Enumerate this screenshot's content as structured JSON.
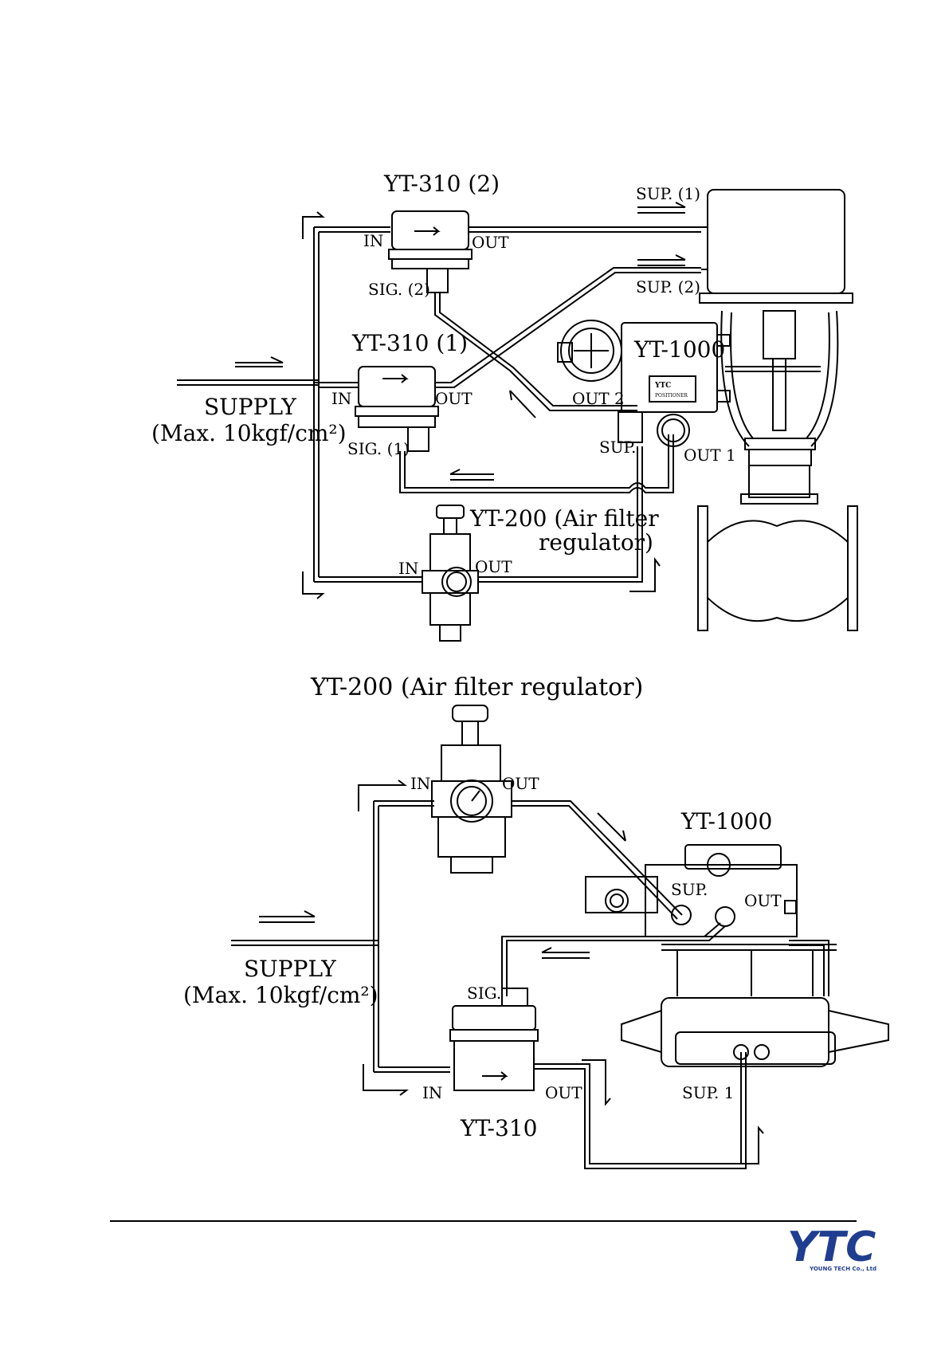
{
  "diagram1": {
    "yt310_2": {
      "title": "YT-310 (2)",
      "in": "IN",
      "out": "OUT",
      "sig": "SIG. (2)"
    },
    "yt310_1": {
      "title": "YT-310 (1)",
      "in": "IN",
      "out": "OUT",
      "sig": "SIG. (1)"
    },
    "sup1": "SUP. (1)",
    "sup2": "SUP. (2)",
    "yt1000": {
      "title": "YT-1000",
      "out2": "OUT 2",
      "sup": "SUP.",
      "out1": "OUT 1",
      "badge": "YTC",
      "badge_sub": "POSITIONER"
    },
    "supply": {
      "line1": "SUPPLY",
      "line2": "(Max. 10kgf/cm²)"
    },
    "yt200": {
      "line1": "YT-200 (Air filter",
      "line2": "regulator)",
      "in": "IN",
      "out": "OUT"
    }
  },
  "diagram2": {
    "yt200_title": "YT-200 (Air filter regulator)",
    "yt200_in": "IN",
    "yt200_out": "OUT",
    "yt1000": "YT-1000",
    "sup": "SUP.",
    "out": "OUT",
    "supply": {
      "line1": "SUPPLY",
      "line2": "(Max. 10kgf/cm²)"
    },
    "sig": "SIG.",
    "yt310": {
      "title": "YT-310",
      "in": "IN",
      "out": "OUT"
    },
    "sup1": "SUP. 1"
  },
  "footer": {
    "logo_text": "YTC",
    "logo_sub": "YOUNG TECH Co., Ltd",
    "brand_color": "#1f3e8f"
  }
}
